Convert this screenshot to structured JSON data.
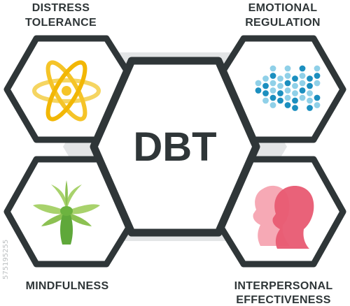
{
  "center": {
    "label": "DBT"
  },
  "quadrants": {
    "top_left": {
      "line1": "DISTRESS",
      "line2": "TOLERANCE",
      "icon": "atom-icon"
    },
    "top_right": {
      "line1": "EMOTIONAL",
      "line2": "REGULATION",
      "icon": "dots-pattern-icon"
    },
    "bottom_left": {
      "line1": "MINDFULNESS",
      "line2": "",
      "icon": "succulent-plant-icon"
    },
    "bottom_right": {
      "line1": "INTERPERSONAL",
      "line2": "EFFECTIVENESS",
      "icon": "two-heads-icon"
    }
  },
  "colors": {
    "outline": "#2f3638",
    "background_hex": "#e3e5e6",
    "atom": "#f5c428",
    "dots_light": "#8fd0e8",
    "dots_dark": "#1c8fbf",
    "plant_light": "#a8d26c",
    "plant_dark": "#5fa83a",
    "head_back": "#f5a0ad",
    "head_front": "#e85a72"
  },
  "side_text": "575195255"
}
